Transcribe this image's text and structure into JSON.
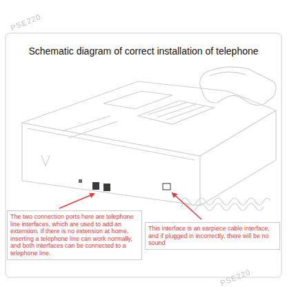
{
  "diagram": {
    "title": "Schematic diagram of correct installation of telephone",
    "nodes": [
      {
        "text": [
          "The two connection ports here are telephone line interfaces, which are used to add an extension. If there is no extension at home, inserting a telephone line can work normally, and both interfaces can be connected to a telephone line."
        ]
      },
      {
        "text": [
          "This interface is an earpiece cable interface, and if plugged in incorrectly, there will be no sound"
        ]
      }
    ],
    "labels": [
      "PSE220",
      "PSE220"
    ]
  }
}
